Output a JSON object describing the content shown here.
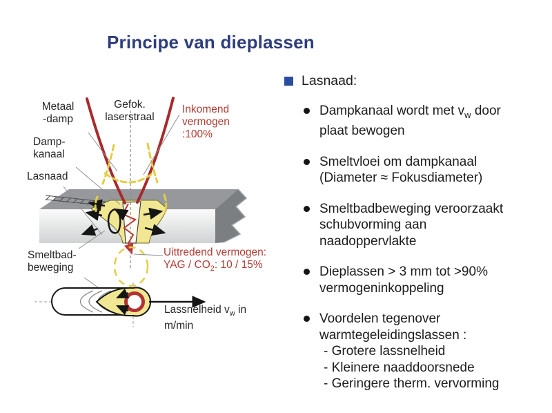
{
  "title": "Principe van dieplassen",
  "colors": {
    "title_blue": "#2d3d7d",
    "bullet_square_blue": "#2a4d9f",
    "label_red": "#b23c35",
    "laser_beam_red": "#a8292c",
    "melt_pool_yellow": "#f1e793",
    "vapor_plume_yellow": "#e2ce44",
    "plate_gray": "#96989b",
    "body_text": "#1c1c1c",
    "background": "#ffffff"
  },
  "diagram": {
    "labels": {
      "metaal_1": "Metaal",
      "metaal_2": "-damp",
      "laser_1": "Gefok.",
      "laser_2": "laserstraal",
      "inkomend_1": "Inkomend",
      "inkomend_2": "vermogen",
      "inkomend_3": ":100%",
      "dampkanaal_1": "Damp-",
      "dampkanaal_2": "kanaal",
      "lasnaad": "Lasnaad",
      "smeltbad_1": "Smeltbad-",
      "smeltbad_2": "beweging",
      "uittredend_1": "Uittredend vermogen:",
      "uittredend_2_pre": "YAG / CO",
      "uittredend_2_sub": "2",
      "uittredend_2_post": ": 10 / 15%",
      "speed_pre": "Lassnelheid v",
      "speed_sub": "w",
      "speed_post": " in",
      "speed_2": "m/min"
    }
  },
  "right_panel": {
    "heading": "Lasnaad:",
    "bullets": [
      {
        "line1_pre": "Dampkanaal wordt met v",
        "line1_sub": "w",
        "line1_post": "  door",
        "line2": "plaat bewogen"
      },
      {
        "line1": "Smeltvloei om dampkanaal",
        "line2": "(Diameter ≈ Fokusdiameter)"
      },
      {
        "line1": "Smeltbadbeweging veroorzaakt",
        "line2": "schubvorming aan",
        "line3": "naadoppervlakte"
      },
      {
        "line1": "Dieplassen > 3 mm tot >90%",
        "line2": "vermogeninkoppeling"
      },
      {
        "line1": "Voordelen tegenover",
        "line2": "warmtegeleidingslassen :",
        "sub1": "- Grotere lassnelheid",
        "sub2": "- Kleinere naaddoorsnede",
        "sub3": "- Geringere therm. vervorming"
      }
    ]
  }
}
